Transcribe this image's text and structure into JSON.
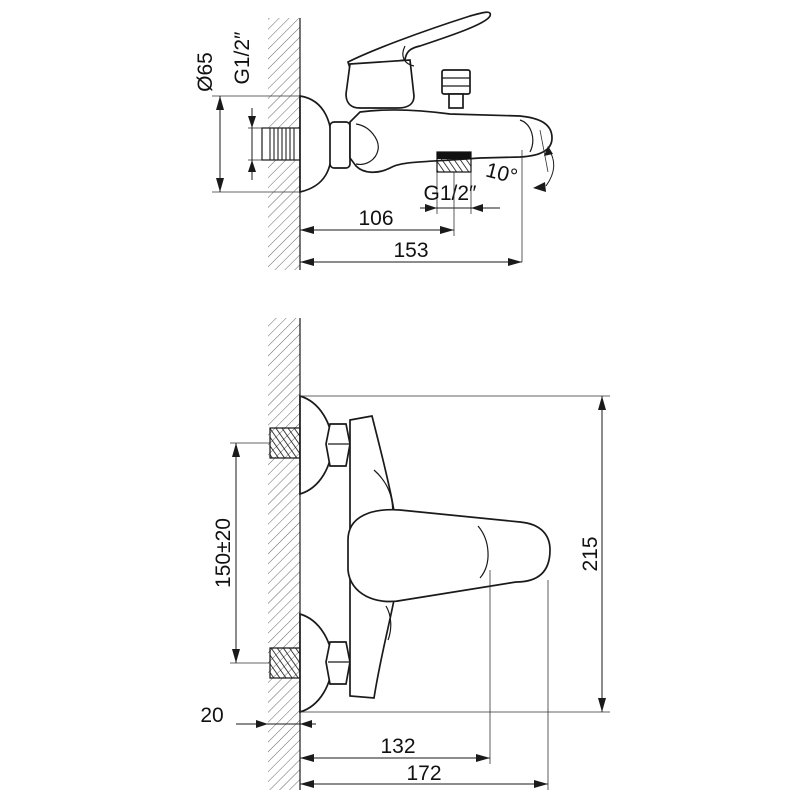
{
  "diagram": {
    "side_view": {
      "dimensions": {
        "diameter": "Ø65",
        "wall_thread": "G1/2″",
        "outlet_thread": "G1/2″",
        "spout_angle": "10°",
        "outlet_distance": "106",
        "total_projection": "153"
      }
    },
    "front_view": {
      "dimensions": {
        "inlet_spacing": "150±20",
        "height": "215",
        "wall_offset": "20",
        "handle_projection": "132",
        "total_projection": "172"
      }
    }
  }
}
